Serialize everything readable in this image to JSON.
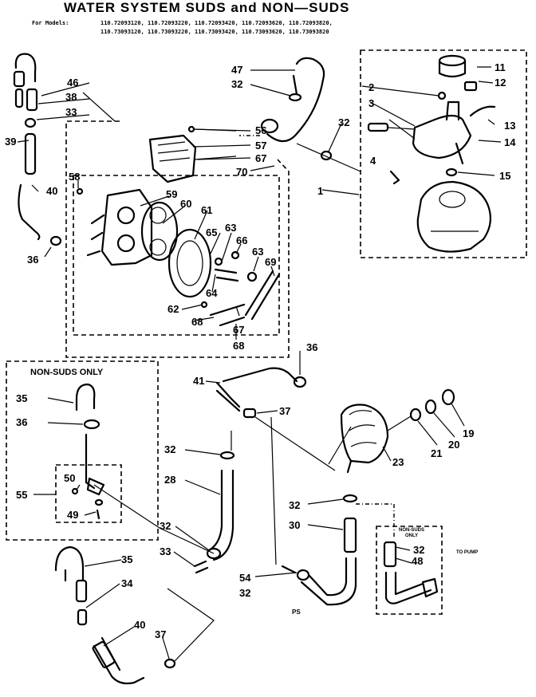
{
  "title": "WATER SYSTEM SUDS and NON—SUDS",
  "models": {
    "label": "For Models:",
    "line1": "110.72093120, 110.72093220, 110.72093420, 110.72093620, 110.72093820,",
    "line2": "110.73093120, 110.73093220, 110.73093420, 110.73093620, 110.73093820"
  },
  "inset_label": "NON-SUDS ONLY",
  "small_label_nonsuds": "NON-SUDS",
  "small_label_only": "ONLY",
  "small_label_to_pump": "TO PUMP",
  "footer_code": "PS",
  "callouts": {
    "c1": "1",
    "c2": "2",
    "c3": "3",
    "c4": "4",
    "c11": "11",
    "c12": "12",
    "c13": "13",
    "c14": "14",
    "c15": "15",
    "c19": "19",
    "c20": "20",
    "c21": "21",
    "c23": "23",
    "c28": "28",
    "c30": "30",
    "c32a": "32",
    "c32b": "32",
    "c32c": "32",
    "c32d": "32",
    "c32e": "32",
    "c32f": "32",
    "c32g": "32",
    "c33a": "33",
    "c33b": "33",
    "c34": "34",
    "c35a": "35",
    "c35b": "35",
    "c36a": "36",
    "c36b": "36",
    "c36c": "36",
    "c37a": "37",
    "c37b": "37",
    "c38": "38",
    "c39": "39",
    "c40a": "40",
    "c40b": "40",
    "c41": "41",
    "c46": "46",
    "c47": "47",
    "c48": "48",
    "c49": "49",
    "c50": "50",
    "c54": "54",
    "c55": "55",
    "c56": "56",
    "c57": "57",
    "c58": "58",
    "c59": "59",
    "c60": "60",
    "c61": "61",
    "c62": "62",
    "c63a": "63",
    "c63b": "63",
    "c64": "64",
    "c65": "65",
    "c66": "66",
    "c67a": "67",
    "c67b": "67",
    "c68a": "68",
    "c68b": "68",
    "c69": "69",
    "c70": "70"
  }
}
